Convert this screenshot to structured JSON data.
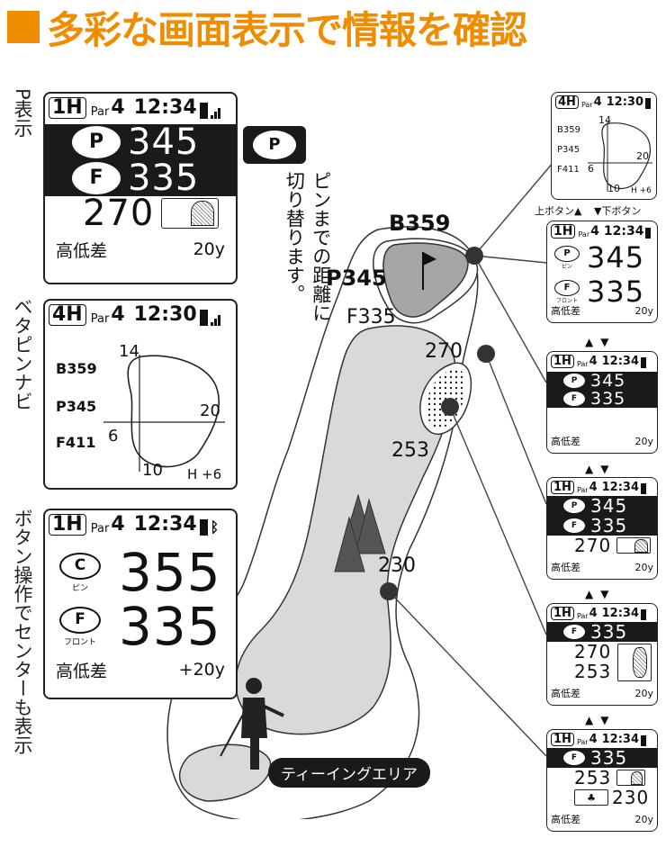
{
  "title": "多彩な画面表示で情報を確認",
  "labels": {
    "p_display": "P表示",
    "beta_pin": "ベタピンナビ",
    "center": "ボタン操作でセンターも表示",
    "pin_switch": "ピンまでの距離に切り替ります。",
    "up_button": "上ボタン▲",
    "down_button": "▼下ボタン",
    "tee_area": "ティーイングエリア"
  },
  "screen_p": {
    "hole": "1H",
    "par": "Par",
    "par_num": "4",
    "time": "12:34",
    "pin_letter": "P",
    "pin": "345",
    "front_letter": "F",
    "front": "335",
    "hazard": "270",
    "elev_label": "高低差",
    "elev": "20y"
  },
  "screen_beta": {
    "hole": "4H",
    "par": "Par",
    "par_num": "4",
    "time": "12:30",
    "top": "14",
    "b": "B359",
    "p": "P345",
    "f": "F411",
    "left": "6",
    "right": "20",
    "bottom": "10",
    "h": "H +6"
  },
  "screen_center": {
    "hole": "1H",
    "par": "Par",
    "par_num": "4",
    "time": "12:34",
    "c_letter": "C",
    "pin_caption": "ピン",
    "center": "355",
    "f_letter": "F",
    "front_caption": "フロント",
    "front": "335",
    "elev_label": "高低差",
    "elev": "+20y"
  },
  "map": {
    "back": "B359",
    "pin": "P345",
    "front": "F335",
    "d270": "270",
    "d253": "253",
    "d230": "230"
  },
  "side": {
    "s1": {
      "hole": "4H",
      "par": "Par",
      "par_num": "4",
      "time": "12:30",
      "top": "14",
      "b": "B359",
      "p": "P345",
      "f": "F411",
      "left": "6",
      "right": "20",
      "bottom": "10",
      "h": "H +6"
    },
    "s2": {
      "hole": "1H",
      "par": "Par",
      "par_num": "4",
      "time": "12:34",
      "pin": "345",
      "front": "335",
      "pin_caption": "ピン",
      "front_caption": "フロント",
      "elev_label": "高低差",
      "elev": "20y"
    },
    "s3": {
      "hole": "1H",
      "par": "Par",
      "par_num": "4",
      "time": "12:34",
      "pin": "345",
      "front": "335",
      "elev_label": "高低差",
      "elev": "20y"
    },
    "s4": {
      "hole": "1H",
      "par": "Par",
      "par_num": "4",
      "time": "12:34",
      "pin": "345",
      "front": "335",
      "hazard": "270",
      "elev_label": "高低差",
      "elev": "20y"
    },
    "s5": {
      "hole": "1H",
      "par": "Par",
      "par_num": "4",
      "time": "12:34",
      "front": "335",
      "h1": "270",
      "h2": "253",
      "elev_label": "高低差",
      "elev": "20y"
    },
    "s6": {
      "hole": "1H",
      "par": "Par",
      "par_num": "4",
      "time": "12:34",
      "front": "335",
      "h1": "253",
      "h2": "230",
      "elev_label": "高低差",
      "elev": "20y"
    }
  },
  "arrows": {
    "up": "▲",
    "down": "▼"
  },
  "colors": {
    "accent": "#f08c00",
    "dark": "#1a1a1a",
    "fairway": "#d9d9d9",
    "green": "#a6a6a6"
  }
}
